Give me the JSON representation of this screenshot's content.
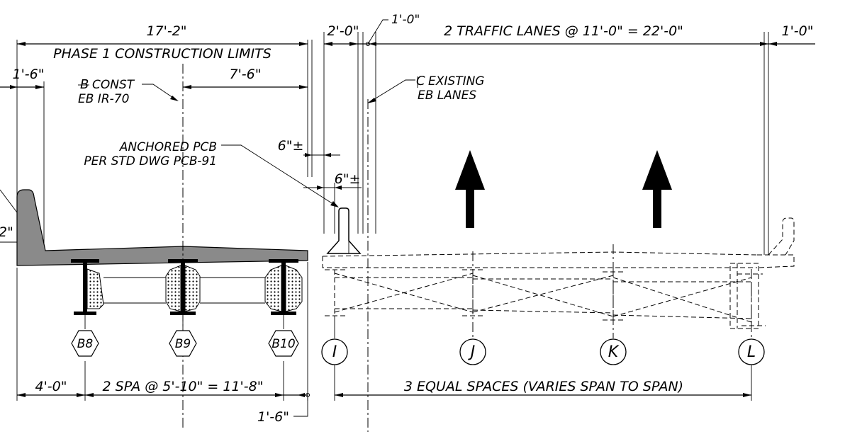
{
  "dims": {
    "top_left": "17'-2\"",
    "top_2ft": "2'-0\"",
    "top_1ft": "1'-0\"",
    "traffic": "2 TRAFFIC LANES @ 11'-0\" = 22'-0\"",
    "right_1ft": "1'-0\"",
    "left_1ft6": "1'-6\"",
    "right_7ft6": "7'-6\"",
    "six_a": "6\"±",
    "six_b": "6\"±",
    "left_2in": "2\"",
    "bot_4ft": "4'-0\"",
    "bot_spa": "2 SPA @ 5'-10\" = 11'-8\"",
    "bot_1ft6": "1'-6\"",
    "bot_equal": "3 EQUAL SPACES (VARIES SPAN TO SPAN)"
  },
  "labels": {
    "phase": "PHASE 1 CONSTRUCTION LIMITS",
    "const_1": "CONST",
    "const_2": "EB IR-70",
    "exist_1": "EXISTING",
    "exist_2": "EB LANES",
    "pcb_1": "ANCHORED PCB",
    "pcb_2": "PER STD DWG PCB-91"
  },
  "girders_new": [
    "B8",
    "B9",
    "B10"
  ],
  "girders_exist": [
    "I",
    "J",
    "K",
    "L"
  ]
}
